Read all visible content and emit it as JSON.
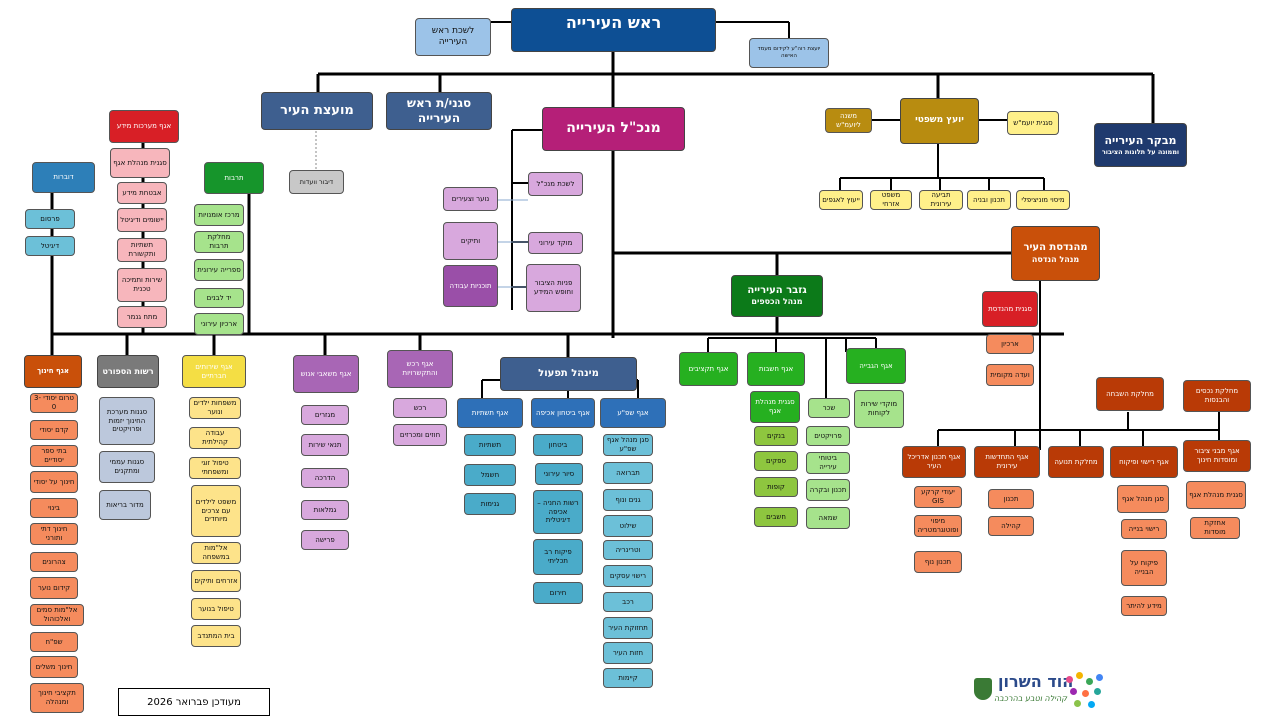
{
  "title": "ראש העירייה",
  "footer_date": "מעודכן פברואר 2026",
  "logo": {
    "name": "הוד השרון",
    "tagline": "קהילה וטבע בהרכבה"
  },
  "nodes": {
    "mayor": "ראש העירייה",
    "mayor_aide": "לשכת ראש העירייה",
    "advisor_women": "יועצת רוה\"ע לקידום מעמד האישה",
    "deputy": "סגני/ת ראש העירייה",
    "council": "מועצת העיר",
    "council_sub": "דיבור וועדות",
    "ceo": "מנכ\"ל העירייה",
    "ceo_aide": "לשכת מנכ\"ל",
    "ceo_youth": "נוער וצעירים",
    "ceo_veterans": "ותיקים",
    "ceo_urban": "מוקד עירוני",
    "ceo_plans": "תוכניות עבודה",
    "ceo_public": "פניות הציבור וחופש המידע",
    "legal": "יועץ משפטי",
    "legal_deputy": "משנה ליועמ\"ש",
    "legal_vice": "סגנית יועמ\"ש",
    "legal_sub1": "ייעוץ לאגפים",
    "legal_sub2": "משפט אזרחי",
    "legal_sub3": "תביעה עירונית",
    "legal_sub4": "תכנון ובניה",
    "legal_sub5": "מיסוי מוניציפלי",
    "comptroller": "מבקר העירייה",
    "comptroller_sub": "וממונה על תלונות הציבור",
    "engineer": "מהנדסת העיר",
    "engineer_sub": "מנהל הנדסה",
    "eng_vice": "סגנית מהנדסת",
    "eng_archive": "ארכיון",
    "eng_committee": "ועדה מקומית",
    "treasurer": "גזבר העירייה",
    "treasurer_sub": "מנהל הכספים",
    "fin_budget": "אגף תקציבים",
    "fin_accounts": "אגף חשבות",
    "fin_collection": "אגף הגבייה",
    "fin_vice": "סגנית מנהלת אגף",
    "fin_wages": "שכר",
    "fin_banks": "בנקים",
    "fin_projects": "פרויקטים",
    "fin_suppliers": "ספקים",
    "fin_insurance": "ביטוחי עירייה",
    "fin_cash": "קופות",
    "fin_dev": "תכנון ובקרה",
    "fin_accounting": "חשבים",
    "fin_valuation": "שמאה",
    "fin_service": "מוקדי שירות לקוחות",
    "info": "אגף מערכות מידע",
    "info_vice": "סגנית מנהלת אגף",
    "info_sec": "אבטחת מידע",
    "info_apps": "יישומים ודיגיטל",
    "info_infra": "תשתיות ותקשורת",
    "info_support": "שירות ותמיכה טכנית",
    "info_gis": "מתח גנמר",
    "spokes": "דוברות",
    "spokes_pr": "פרסום",
    "spokes_dig": "דיגיטל",
    "culture": "תרבות",
    "culture_1": "מרכז אומנויות",
    "culture_2": "מחלקת תרבות",
    "culture_3": "ספרייה עירונית",
    "culture_4": "יד לבנים",
    "culture_5": "ארכיון עירוני",
    "edu": "אגף חינוך",
    "edu_1": "טרום יסודי 3-0",
    "edu_2": "קדם יסודי",
    "edu_3": "בתי ספר יסודיים",
    "edu_4": "חינוך על יסודי",
    "edu_5": "בינוי",
    "edu_6": "חינוך דתי ותורני",
    "edu_7": "צהרונים",
    "edu_8": "קידום נוער",
    "edu_9": "אל\"מות סמים ואלכוהול",
    "edu_10": "שפ\"ח",
    "edu_11": "חינוך משלים",
    "edu_12": "תקציבי חינוך ומנהלה",
    "sport": "רשות הספורט",
    "sport_1": "סגנות מערכת החינוך יזמות ופרויקטים",
    "sport_2": "סגנות עממי ומתקנים",
    "sport_3": "מדור בריאות",
    "welfare": "אגף שירותים חברתיים",
    "welfare_1": "משפחות ילדים ונוער",
    "welfare_2": "עבודה קהילתית",
    "welfare_3": "טיפול זוגי ומשפחתי",
    "welfare_4": "משפט לילדים עם צרכים מיוחדים",
    "welfare_5": "אל\"מות במשפחה",
    "welfare_6": "אזרחים ותיקים",
    "welfare_7": "טיפול בנוער",
    "welfare_8": "בית המתנדב",
    "hr": "אגף משאבי אנוש",
    "hr_1": "מגזרים",
    "hr_2": "תנאי שירות",
    "hr_3": "הדרכה",
    "hr_4": "גמלאות",
    "hr_5": "פרישה",
    "procure": "אגף רכש והתקשרויות",
    "procure_1": "רכש",
    "procure_2": "חוזים ומכרזים",
    "ops": "מינהל תפעול",
    "ops_infra": "אגף תשתיות",
    "ops_infra_1": "תשתיות",
    "ops_infra_2": "חשמל",
    "ops_infra_3": "גנימות",
    "ops_security": "אגף ביטחון אכיפה",
    "ops_sec_1": "ביטחון",
    "ops_sec_2": "סיור עירוני",
    "ops_sec_3": "רשות החניה – אכיפה דיגיטלית",
    "ops_sec_4": "פיקוח רב תכליתי",
    "ops_sec_5": "חירום",
    "ops_env": "אגף שפ\"ע",
    "ops_env_1": "סגן מנהל אגף שפ\"ע",
    "ops_env_2": "תברואה",
    "ops_env_3": "גנים ונוף",
    "ops_env_4": "שילוט",
    "ops_env_5": "וטרינריה",
    "ops_env_6": "רישוי עסקים",
    "ops_env_7": "רכב",
    "ops_env_8": "תחזוקת העיר",
    "ops_env_9": "חזות העיר",
    "ops_env_10": "קיימות",
    "plan_div": "אגף תכנון אדריכל העיר",
    "plan_1": "יעודי קרקע GIS",
    "plan_2": "מיפוי ופוטוגרמטריה",
    "plan_3": "תכנון נוף",
    "transport": "אגף התחדשות עירונית",
    "transport_1": "תכנון",
    "transport_2": "קהילה",
    "traffic": "מחלקת תנועה",
    "improve": "מחלקת השבחה",
    "licensing": "אגף רישוי ופיקוח",
    "lic_1": "סגן מנהל אגף",
    "lic_2": "רישוי בנייה",
    "lic_3": "פיקוח על הבנייה",
    "lic_4": "מידע להיתר",
    "assets": "מחלקת נכסים והבנסות",
    "buildings": "אגף מבני ציבור ומוסדות חינוך",
    "build_1": "סגנית מנהלת אגף",
    "build_2": "אחזקת מוסדות"
  }
}
